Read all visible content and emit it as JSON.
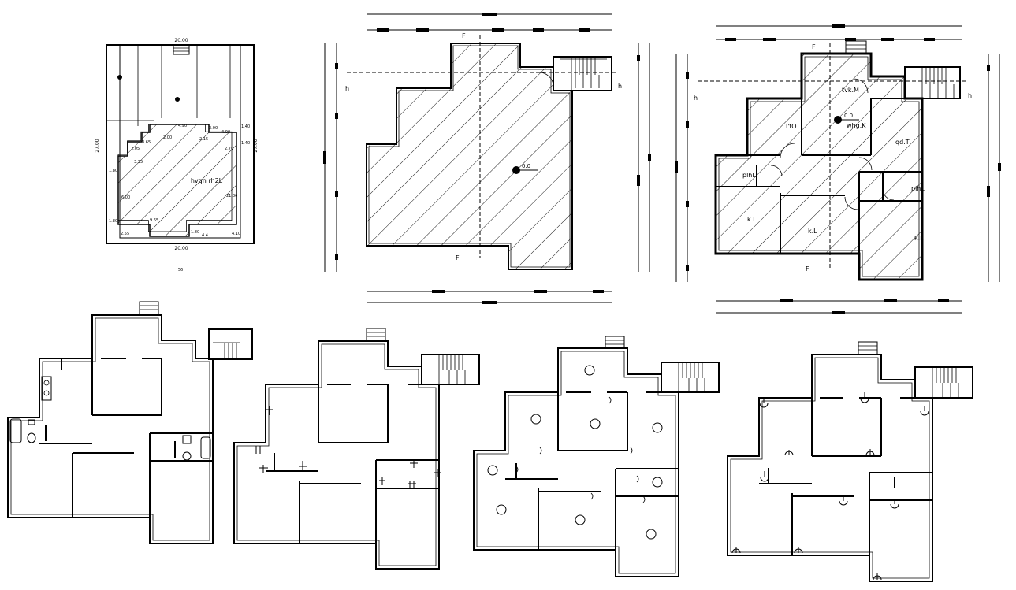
{
  "site_plan": {
    "dim_top": "20.00",
    "dim_bottom": "20.00",
    "dim_left": "27.00",
    "dim_right": "27.00",
    "label_house": "hvqn  rh2L",
    "dims": [
      "4.90",
      "3.65",
      "2.05",
      "3.35",
      "2.15",
      "1.40",
      "4.00",
      "2.70",
      "1.40",
      "1.80",
      "1.80",
      "9.65",
      "2.55",
      "1.80",
      "4.4",
      "4.10",
      "6.00",
      "2.00",
      "21.00",
      "3.00"
    ],
    "caption": "56"
  },
  "roof_plan": {
    "section_mark": "F",
    "level": "0.0",
    "arrow_label": "h"
  },
  "floor_plan": {
    "section_mark": "F",
    "level": "0.0",
    "arrow_label": "h",
    "rooms": [
      "tvk.M",
      "l'fO",
      "whg.K",
      "qd.T",
      "plhL",
      "plhL",
      "k.L",
      "k.L",
      "k.L"
    ]
  },
  "colors": {
    "line": "#000000",
    "background": "#ffffff"
  }
}
